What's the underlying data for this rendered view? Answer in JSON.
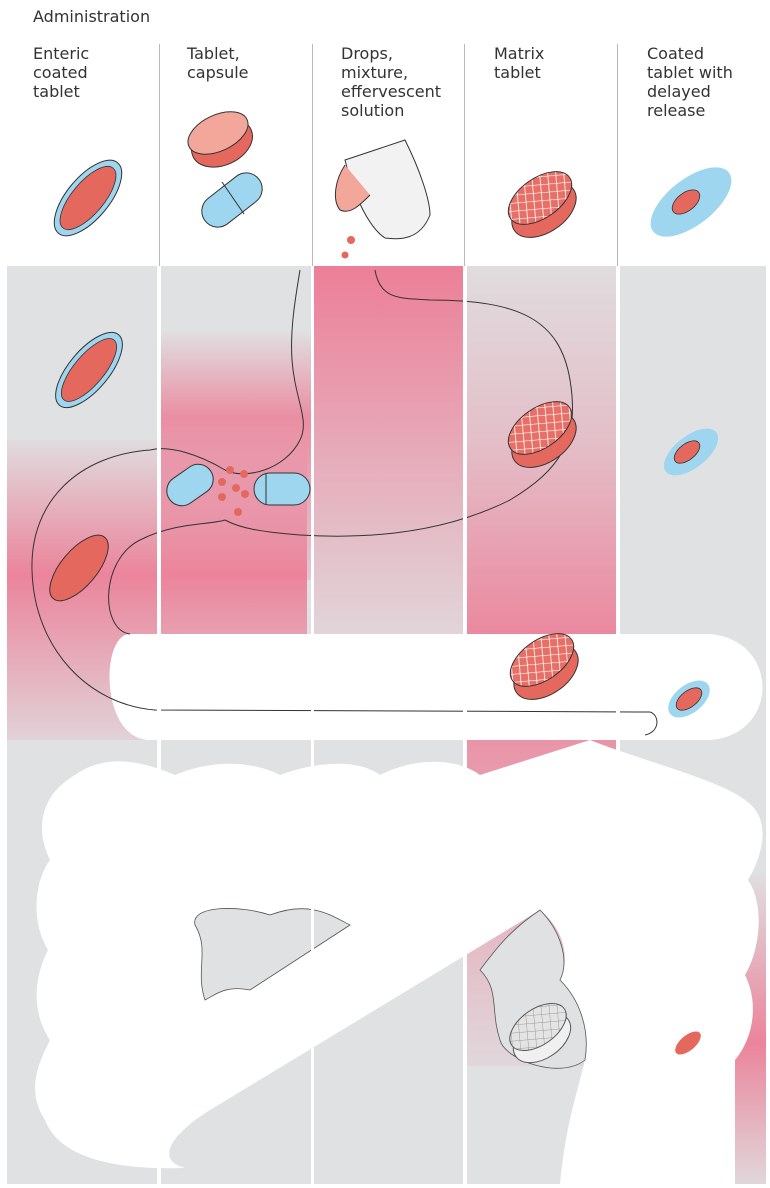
{
  "header": {
    "title": "Administration"
  },
  "columns": [
    {
      "label": "Enteric\ncoated\ntablet",
      "icon": "enteric-coated-tablet-icon"
    },
    {
      "label": "Tablet,\ncapsule",
      "icon": "tablet-capsule-icon"
    },
    {
      "label": "Drops,\nmixture,\neffervescent\nsolution",
      "icon": "drops-cup-icon"
    },
    {
      "label": "Matrix\ntablet",
      "icon": "matrix-tablet-icon"
    },
    {
      "label": "Coated\ntablet with\ndelayed\nrelease",
      "icon": "delayed-release-tablet-icon"
    }
  ],
  "colors": {
    "background_gray": "#dfe1e2",
    "absorption_pink": "#ec7f98",
    "tablet_red": "#e5685f",
    "coating_blue": "#9fd6ef",
    "outline": "#2b2b2b"
  }
}
